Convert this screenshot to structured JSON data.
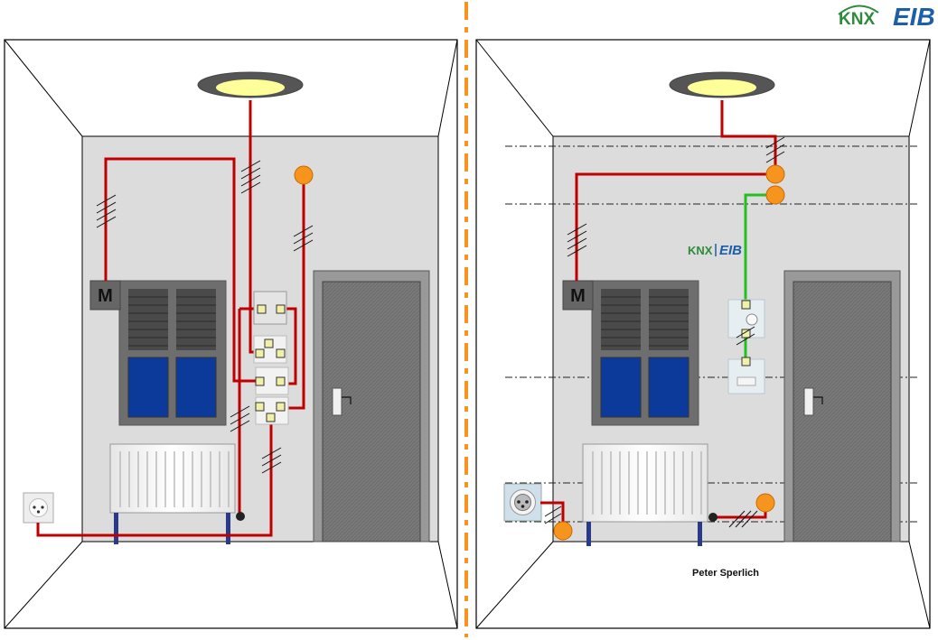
{
  "logos": {
    "knx_text": "KNX",
    "eib_text": "EIB",
    "knx_color": "#2e8b3a",
    "eib_color": "#1c5fa8"
  },
  "motor_label": "M",
  "author": "Peter Sperlich",
  "colors": {
    "conventional_wire": "#c00000",
    "bus_wire": "#22c022",
    "junction": "#f7941d",
    "divider": "#f7941d",
    "wall": "#dcdcdc",
    "window_glass": "#0b3a9a",
    "door": "#777777"
  }
}
